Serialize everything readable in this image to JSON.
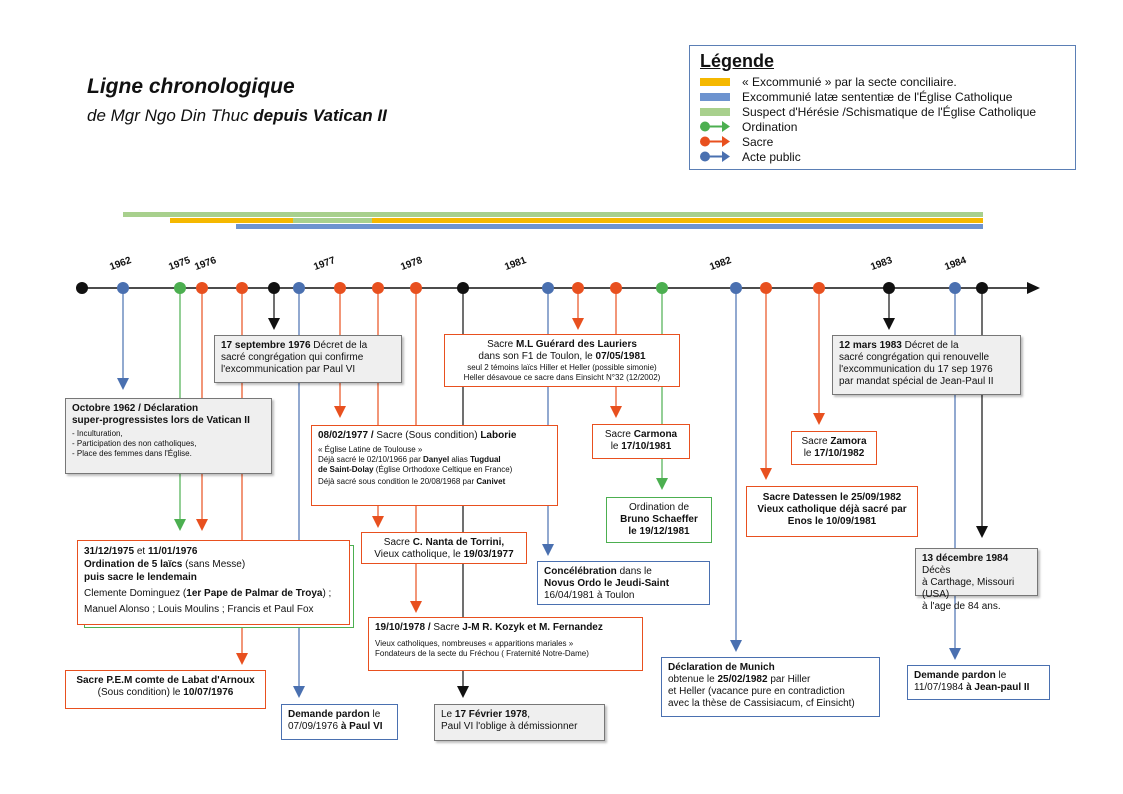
{
  "title": "Ligne chronologique",
  "subtitle_prefix": "de Mgr Ngo Din Thuc ",
  "subtitle_bold": "depuis Vatican II",
  "legend": {
    "title": "Légende",
    "items": [
      {
        "label": "« Excommunié » par la secte conciliaire.",
        "color": "#f5b800",
        "kind": "band"
      },
      {
        "label": "Excommunié latæ sententiæ de l'Église Catholique",
        "color": "#6d93cf",
        "kind": "band"
      },
      {
        "label": "Suspect d'Hérésie /Schismatique de l'Église Catholique",
        "color": "#a8d08d",
        "kind": "band"
      },
      {
        "label": "Ordination",
        "color": "#4caf50",
        "kind": "arrow"
      },
      {
        "label": "Sacre",
        "color": "#e8501f",
        "kind": "arrow"
      },
      {
        "label": "Acte public",
        "color": "#4a70b0",
        "kind": "arrow"
      }
    ]
  },
  "years": [
    "1962",
    "1975",
    "1976",
    "1977",
    "1978",
    "1981",
    "1982",
    "1983",
    "1984"
  ],
  "boxes": {
    "b_1962": {
      "l1": "Octobre 1962 / Déclaration",
      "l2": "super-progressistes lors de Vatican II",
      "l3": "- Inculturation,",
      "l4": "- Participation des non catholiques,",
      "l5": "- Place des femmes dans l'Église."
    },
    "b_1975": {
      "l1a": "31/12/1975",
      "l1b": " et ",
      "l1c": "11/01/1976",
      "l2": "Ordination de 5 laïcs",
      "l2b": " (sans Messe)",
      "l3": "puis sacre le lendemain",
      "l4a": "Clemente Dominguez (",
      "l4b": "1er Pape de Palmar de Troya",
      "l4c": ") ;",
      "l5": "Manuel Alonso ; Louis Moulins ; Francis et Paul Fox"
    },
    "b_labat": {
      "l1": "Sacre P.E.M comte de Labat d'Arnoux",
      "l2a": "(Sous condition) le ",
      "l2b": "10/07/1976"
    },
    "b_sept76": {
      "l1a": "17 septembre 1976",
      "l1b": " Décret de la",
      "l2": "sacré congrégation qui confirme",
      "l3": "l'excommunication par Paul VI"
    },
    "b_pardon76": {
      "l1a": "Demande pardon",
      "l1b": " le",
      "l2a": "07/09/1976 ",
      "l2b": "à Paul VI"
    },
    "b_laborie": {
      "l1a": "08/02/1977 /",
      "l1b": " Sacre (Sous condition) ",
      "l1c": "Laborie",
      "l2": "« Église Latine de Toulouse »",
      "l3a": "Déjà sacré le 02/10/1966 par ",
      "l3b": "Danyel",
      "l3c": " alias ",
      "l3d": "Tugdual",
      "l4a": "de Saint-Dolay",
      "l4b": " (Église Orthodoxe Celtique en France)",
      "l5a": "Déjà sacré sous condition le 20/08/1968 par ",
      "l5b": "Canivet"
    },
    "b_torrini": {
      "l1a": "Sacre ",
      "l1b": "C. Nanta de Torrini,",
      "l2a": "Vieux catholique, le ",
      "l2b": "19/03/1977"
    },
    "b_kozyk": {
      "l1a": "19/10/1978 /",
      "l1b": " Sacre ",
      "l1c": "J-M R. Kozyk et M. Fernandez",
      "l2": "Vieux catholiques, nombreuses « apparitions mariales »",
      "l3": "Fondateurs de la secte du Fréchou ( Fraternité Notre-Dame)"
    },
    "b_fev78": {
      "l1a": "Le ",
      "l1b": "17 Février 1978",
      "l1c": ",",
      "l2": "Paul VI l'oblige à démissionner"
    },
    "b_lauriers": {
      "l1a": "Sacre ",
      "l1b": "M.L Guérard des Lauriers",
      "l2a": "dans son F1 de Toulon, le ",
      "l2b": "07/05/1981",
      "l3": "seul 2 témoins laïcs Hiller et Heller (possible simonie)",
      "l4": "Heller désavoue ce sacre dans Einsicht N°32 (12/2002)"
    },
    "b_carmona": {
      "l1a": "Sacre ",
      "l1b": "Carmona",
      "l2a": "le ",
      "l2b": "17/10/1981"
    },
    "b_schaeffer": {
      "l1": "Ordination de",
      "l2": "Bruno Schaeffer",
      "l3": "le 19/12/1981"
    },
    "b_concel": {
      "l1a": "Concélébration",
      "l1b": " dans le",
      "l2": "Novus Ordo le Jeudi-Saint",
      "l3": "16/04/1981 à Toulon"
    },
    "b_munich": {
      "l1": "Déclaration de Munich",
      "l2a": "obtenue le ",
      "l2b": "25/02/1982",
      "l2c": " par Hiller",
      "l3": "et Heller (vacance pure en contradiction",
      "l4": "avec la thèse de Cassisiacum, cf Einsicht)"
    },
    "b_zamora": {
      "l1a": "Sacre ",
      "l1b": "Zamora",
      "l2a": "le ",
      "l2b": "17/10/1982"
    },
    "b_datessen": {
      "l1": "Sacre Datessen le 25/09/1982",
      "l2": "Vieux catholique déjà sacré par",
      "l3": "Enos le 10/09/1981"
    },
    "b_mars83": {
      "l1a": "12 mars 1983",
      "l1b": " Décret de la",
      "l2": "sacré congrégation qui renouvelle",
      "l3": "l'excommunication du 17 sep 1976",
      "l4": "par mandat spécial de Jean-Paul II"
    },
    "b_dec84": {
      "l1a": "13 décembre 1984",
      "l1b": " Décès",
      "l2": "à Carthage, Missouri (USA)",
      "l3": "à l'age de 84 ans."
    },
    "b_pardon84": {
      "l1a": "Demande pardon",
      "l1b": " le",
      "l2a": "11/07/1984 ",
      "l2b": "à Jean-paul II"
    }
  },
  "colors": {
    "black": "#111111",
    "blue": "#4a70b0",
    "orange": "#e8501f",
    "green": "#4caf50",
    "yellow": "#f5b800",
    "lightgreen": "#a8d08d",
    "lightblue": "#6d93cf"
  }
}
